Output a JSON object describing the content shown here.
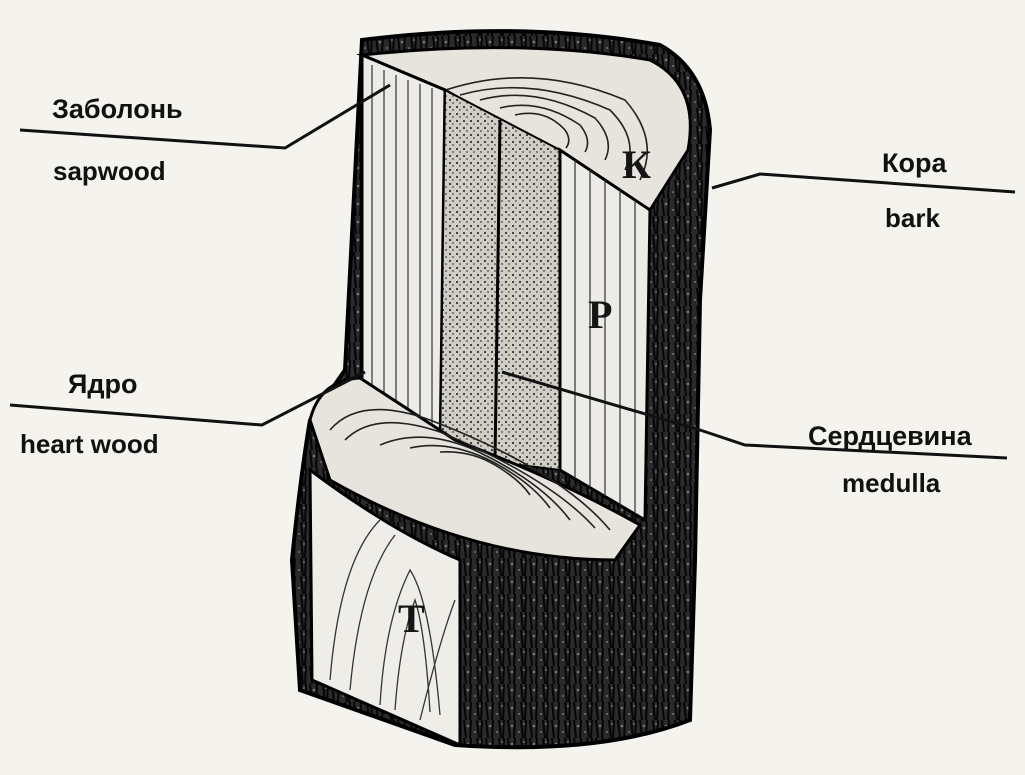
{
  "labels": {
    "sapwood": {
      "ru": "Заболонь",
      "en": "sapwood"
    },
    "heartwood": {
      "ru": "Ядро",
      "en": "heart wood"
    },
    "bark": {
      "ru": "Кора",
      "en": "bark"
    },
    "medulla": {
      "ru": "Сердцевина",
      "en": "medulla"
    }
  },
  "sections": {
    "cross": "К",
    "radial": "Р",
    "tangential": "Т"
  }
}
